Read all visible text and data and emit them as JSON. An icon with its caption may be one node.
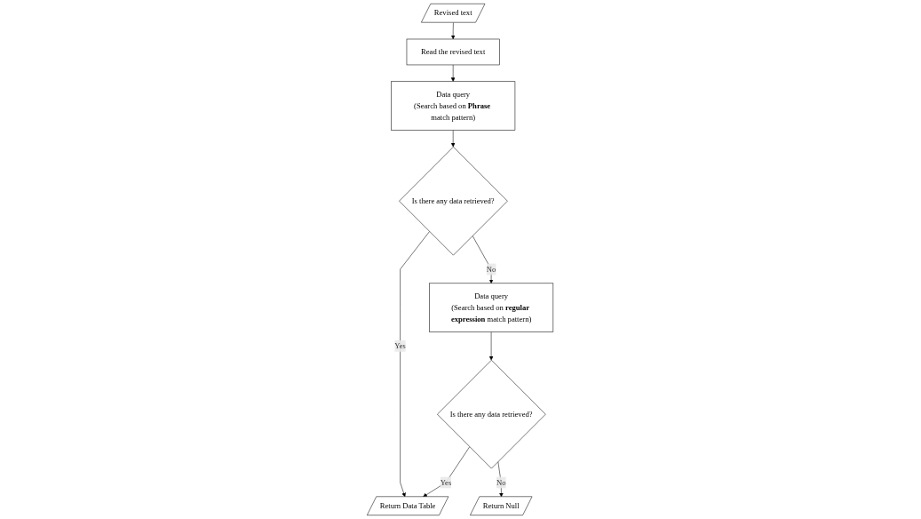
{
  "diagram": {
    "nodes": [
      {
        "text": [
          "Revised text"
        ]
      },
      {
        "text": [
          "Read the revised text"
        ]
      },
      {
        "text": [
          "Data query",
          "(Search based on **Phrase** match pattern)"
        ]
      },
      {
        "text": [
          "Is there any data retrieved?"
        ]
      },
      {
        "text": [
          "Data query",
          "(Search based on **regular expression** match pattern)"
        ]
      },
      {
        "text": [
          "Is there any data retrieved?"
        ]
      },
      {
        "text": [
          "Return Data Table"
        ]
      },
      {
        "text": [
          "Return Null"
        ]
      }
    ],
    "edges": [
      {
        "from": 0,
        "to": 1,
        "arrow": "to"
      },
      {
        "from": 1,
        "to": 2,
        "arrow": "to"
      },
      {
        "from": 2,
        "to": 3,
        "arrow": "to"
      },
      {
        "from": 3,
        "to": 4,
        "label": "No",
        "arrow": "to"
      },
      {
        "from": 4,
        "to": 5,
        "arrow": "to"
      },
      {
        "from": 5,
        "to": 6,
        "label": "Yes",
        "arrow": "to"
      },
      {
        "from": 5,
        "to": 7,
        "label": "No",
        "arrow": "to"
      },
      {
        "from": 3,
        "to": 6,
        "label": "Yes",
        "arrow": "to"
      }
    ]
  }
}
